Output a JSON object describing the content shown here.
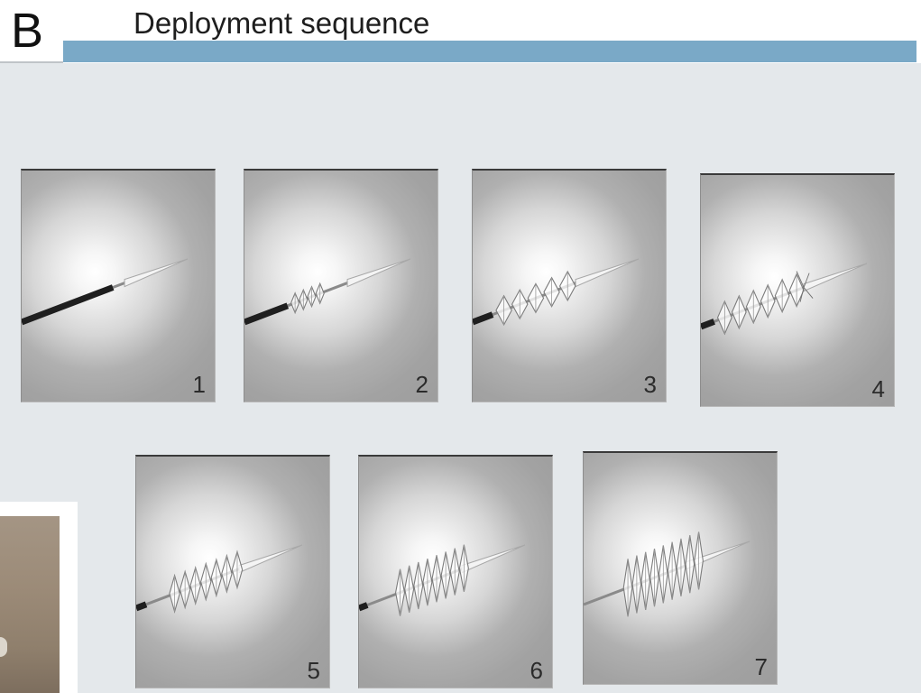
{
  "header": {
    "panel_letter": "B",
    "title": "Deployment sequence",
    "bar_color": "#7aa9c7"
  },
  "steps": [
    {
      "label": "1",
      "stage": 0
    },
    {
      "label": "2",
      "stage": 1
    },
    {
      "label": "3",
      "stage": 2
    },
    {
      "label": "4",
      "stage": 3
    },
    {
      "label": "5",
      "stage": 4
    },
    {
      "label": "6",
      "stage": 5
    },
    {
      "label": "7",
      "stage": 6
    }
  ]
}
